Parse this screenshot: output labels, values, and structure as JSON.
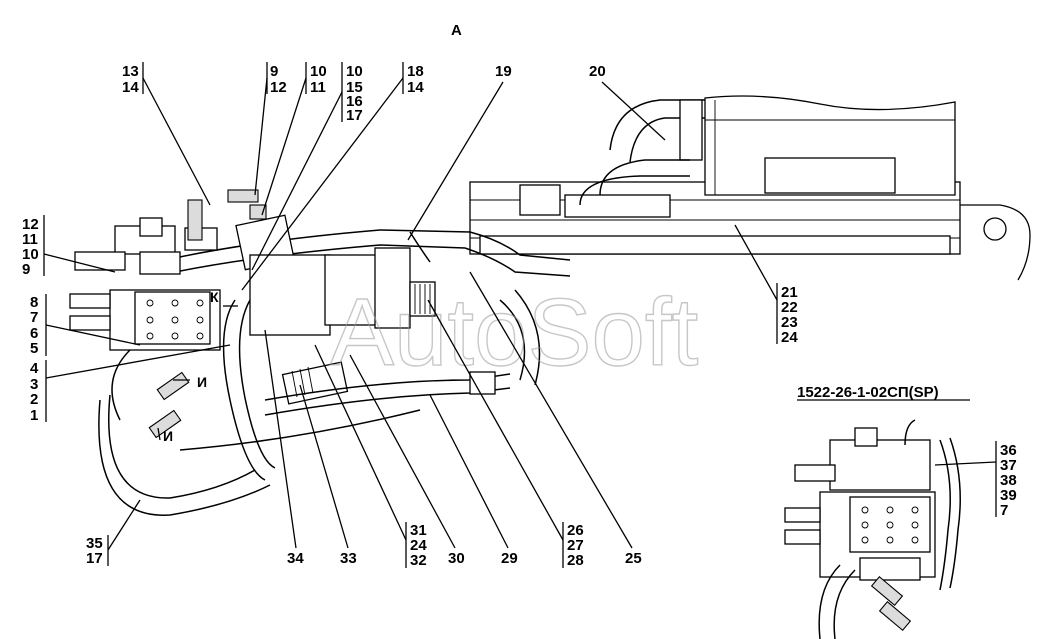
{
  "view_letter": "А",
  "sub_view_title": "1522-26-1-02СП(SP)",
  "watermark": "AutoSoft",
  "port_letters": {
    "k": "К",
    "i1": "И",
    "i2": "И"
  },
  "callouts": {
    "c13_14": [
      "13",
      "14"
    ],
    "c9_12": [
      "9",
      "12"
    ],
    "c10_11": [
      "10",
      "11"
    ],
    "c10_17": [
      "10",
      "15",
      "16",
      "17"
    ],
    "c18_14": [
      "18",
      "14"
    ],
    "c19": [
      "19"
    ],
    "c20": [
      "20"
    ],
    "c12_9": [
      "12",
      "11",
      "10",
      "9"
    ],
    "c8_5": [
      "8",
      "7",
      "6",
      "5"
    ],
    "c4_1": [
      "4",
      "3",
      "2",
      "1"
    ],
    "c21_24": [
      "21",
      "22",
      "23",
      "24"
    ],
    "c35_17": [
      "35",
      "17"
    ],
    "c34": [
      "34"
    ],
    "c33": [
      "33"
    ],
    "c31_32": [
      "31",
      "24",
      "32"
    ],
    "c30": [
      "30"
    ],
    "c29": [
      "29"
    ],
    "c26_28": [
      "26",
      "27",
      "28"
    ],
    "c25": [
      "25"
    ],
    "c36_7": [
      "36",
      "37",
      "38",
      "39",
      "7"
    ]
  }
}
